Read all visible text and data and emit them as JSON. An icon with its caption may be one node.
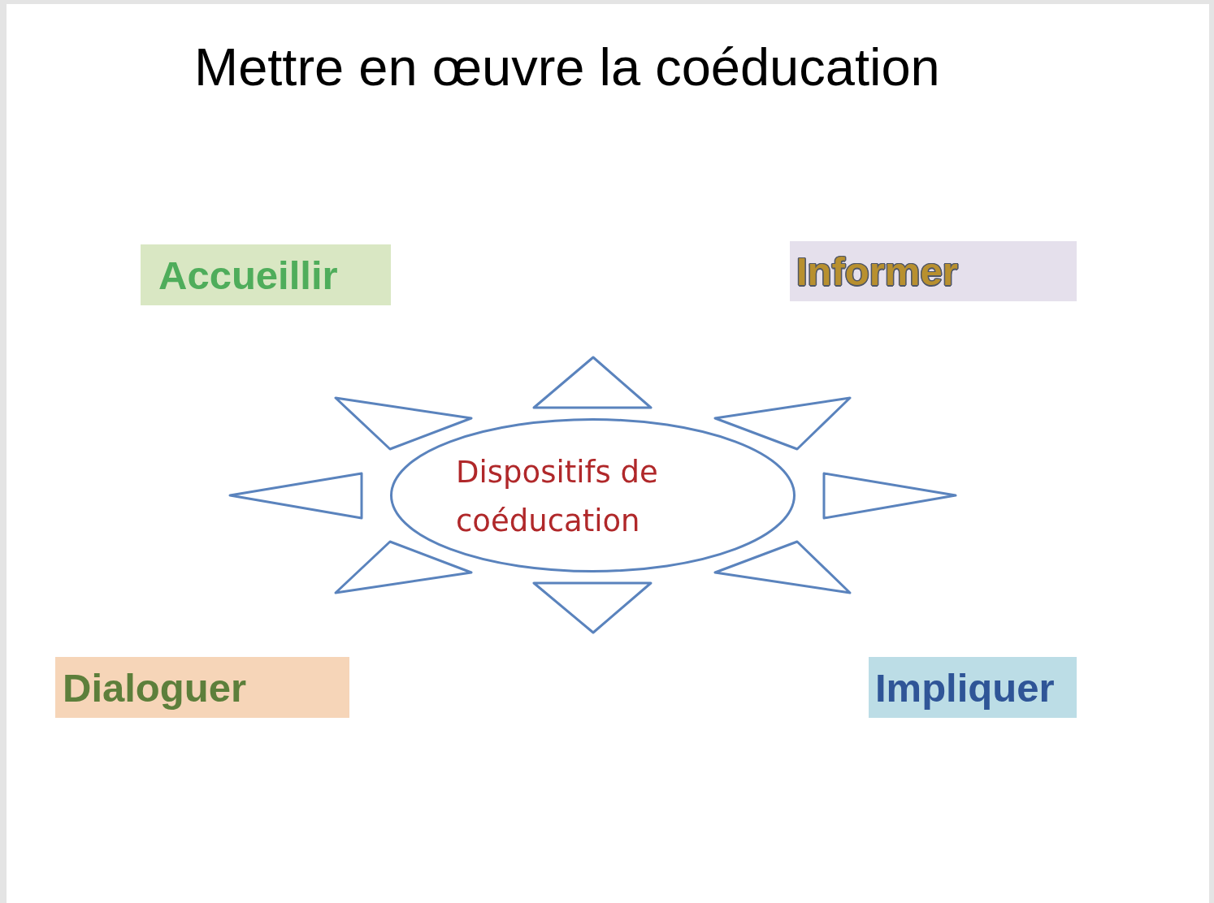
{
  "diagram": {
    "title": "Mettre en œuvre la coéducation",
    "nodes": [
      {
        "text": [
          "Accueillir"
        ]
      },
      {
        "text": [
          "Informer"
        ]
      },
      {
        "text": [
          "Dispositifs de coéducation"
        ]
      },
      {
        "text": [],
        "shape": "triangle"
      },
      {
        "text": [],
        "shape": "triangle"
      },
      {
        "text": [],
        "shape": "triangle"
      },
      {
        "text": [],
        "shape": "triangle"
      },
      {
        "text": [],
        "shape": "triangle"
      },
      {
        "text": [],
        "shape": "triangle"
      },
      {
        "text": [],
        "shape": "triangle"
      },
      {
        "text": [],
        "shape": "triangle"
      },
      {
        "text": [
          "Dialoguer"
        ]
      },
      {
        "text": [
          "Impliquer"
        ]
      }
    ]
  }
}
